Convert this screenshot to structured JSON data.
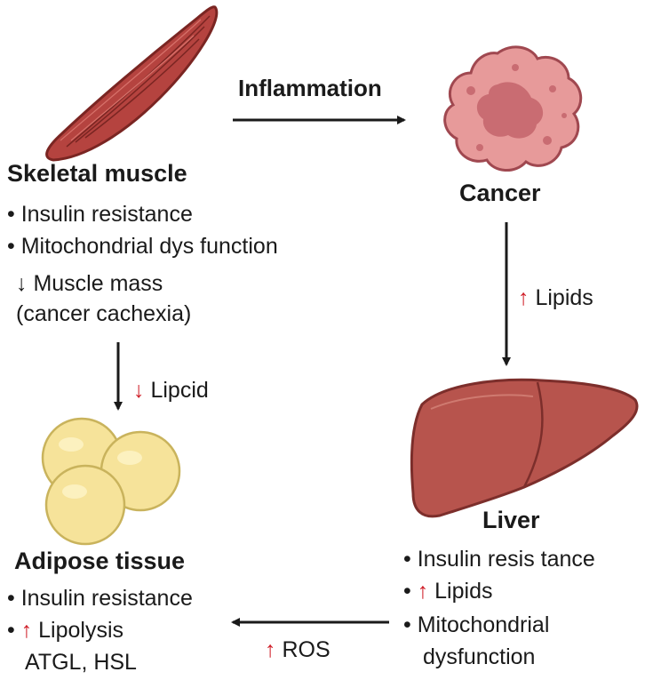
{
  "colors": {
    "muscle": "#b5433f",
    "muscle_dark": "#7a2522",
    "cancer": "#e79a9a",
    "cancer_dark": "#c96c72",
    "liver": "#b7544d",
    "liver_dark": "#7c2e2b",
    "fat": "#f6e39a",
    "fat_dark": "#c9b35c",
    "arrow": "#1a1a1a",
    "up_down_accent": "#d0202a"
  },
  "icons": {
    "muscle": "skeletal-muscle-icon",
    "cancer": "tumor-icon",
    "liver": "liver-icon",
    "adipose": "fat-cells-icon"
  },
  "edges": {
    "muscle_to_cancer": {
      "label": "Inflammation"
    },
    "cancer_to_liver": {
      "symbol": "↑",
      "label": "Lipids"
    },
    "muscle_to_adipose": {
      "symbol": "↓",
      "label": "Lipcid"
    },
    "liver_to_adipose": {
      "symbol": "↑",
      "label": "ROS"
    }
  },
  "muscle": {
    "title": "Skeletal muscle",
    "bullet1": "• Insulin resistance",
    "bullet2": "• Mitochondrial dys function",
    "bullet3": "↓ Muscle mass",
    "bullet4": "(cancer cachexia)"
  },
  "cancer": {
    "title": "Cancer"
  },
  "liver": {
    "title": "Liver",
    "bullet1": "• Insulin resis tance",
    "bullet2_prefix": "• ",
    "bullet2_symbol": "↑",
    "bullet2_text": " Lipids",
    "bullet3": "• Mitochondrial",
    "bullet4": "dysfunction"
  },
  "adipose": {
    "title": "Adipose tissue",
    "bullet1": "• Insulin resistance",
    "bullet2_prefix": "• ",
    "bullet2_symbol": "↑",
    "bullet2_text": " Lipolysis",
    "bullet3": "ATGL, HSL"
  }
}
